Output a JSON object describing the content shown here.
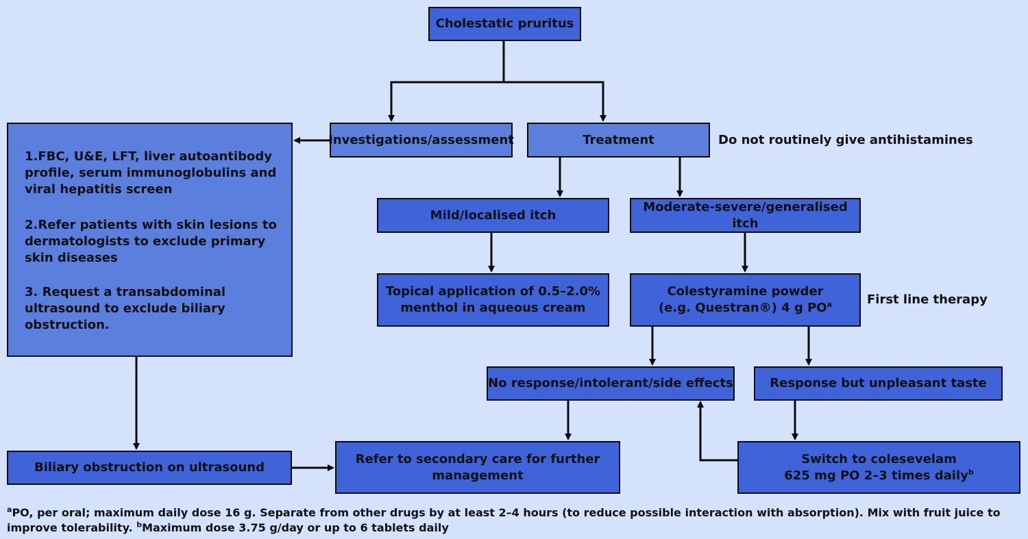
{
  "nodes": {
    "cholestatic": "Cholestatic pruritus",
    "investigations": "Investigations/assessment",
    "treatment": "Treatment",
    "mild": "Mild/localised itch",
    "moderate": "Moderate-severe/generalised itch",
    "menthol": "Topical application of 0.5–2.0%\nmenthol in aqueous cream",
    "colestyramine": "Colestyramine powder\n(e.g. Questran®) 4 g PO",
    "colestyramine_sup": "a",
    "no_response": "No response/intolerant/side effects",
    "response_taste": "Response but unpleasant taste",
    "colesevelam": "Switch to colesevelam\n625 mg PO 2–3 times daily",
    "colesevelam_sup": "b",
    "biliary": "Biliary obstruction on ultrasound",
    "refer": "Refer to secondary care for further\nmanagement"
  },
  "investigation_steps": [
    "1.FBC, U&E, LFT, liver autoantibody\n   profile, serum immunoglobulins and\n   viral hepatitis screen",
    "2.Refer patients with skin lesions to\n   dermatologists to exclude primary\n   skin diseases",
    "3. Request a transabdominal\n   ultrasound to exclude biliary\n   obstruction."
  ],
  "notes": {
    "antihistamines": "Do not routinely give antihistamines",
    "first_line": "First line therapy"
  },
  "footnote": {
    "a_mark": "a",
    "a_text": "PO, per oral; maximum daily dose 16 g. Separate from other drugs by at least 2–4 hours (to reduce possible interaction with absorption). Mix with fruit juice to improve tolerability.",
    "b_mark": "b",
    "b_text": "Maximum dose 3.75 g/day or up to 6 tablets daily"
  },
  "colors": {
    "background": "#d4e3fb",
    "box_dark": "#3f63d8",
    "box_light": "#5b7fdc",
    "line": "#0a0a0a"
  }
}
